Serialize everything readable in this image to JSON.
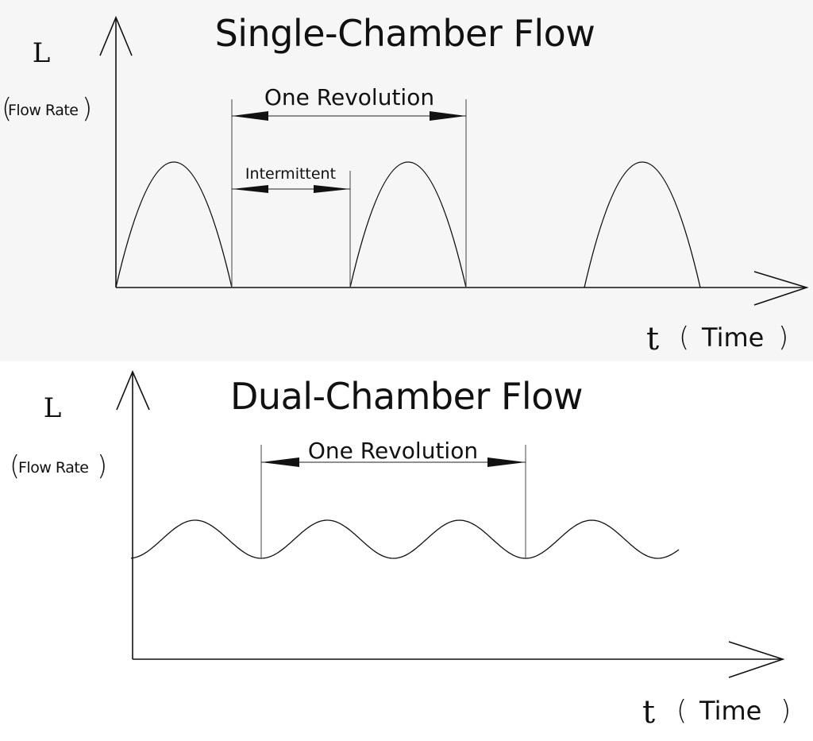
{
  "top_panel": {
    "title": "Single-Chamber Flow",
    "y_symbol": "L",
    "y_name": "Flow Rate",
    "x_symbol": "t",
    "x_name": "Time",
    "span_one_revolution": "One Revolution",
    "span_intermittent": "Intermittent"
  },
  "bottom_panel": {
    "title": "Dual-Chamber Flow",
    "y_symbol": "L",
    "y_name": "Flow Rate",
    "x_symbol": "t",
    "x_name": "Time",
    "span_one_revolution": "One Revolution"
  },
  "paren_open": "(",
  "paren_close": ")"
}
